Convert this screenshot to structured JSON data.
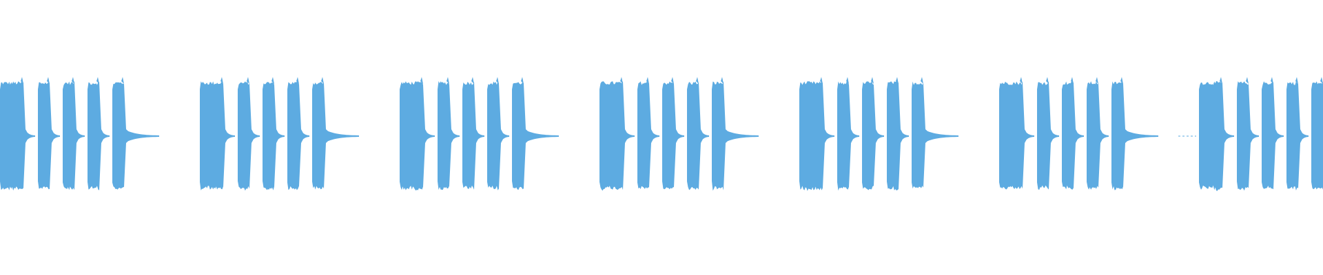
{
  "waveform": {
    "color": "#5dabe1",
    "background": "#ffffff",
    "pattern_repeats": 7,
    "segments_per_pattern": 5,
    "segment_shape": "burst with decaying tail"
  }
}
